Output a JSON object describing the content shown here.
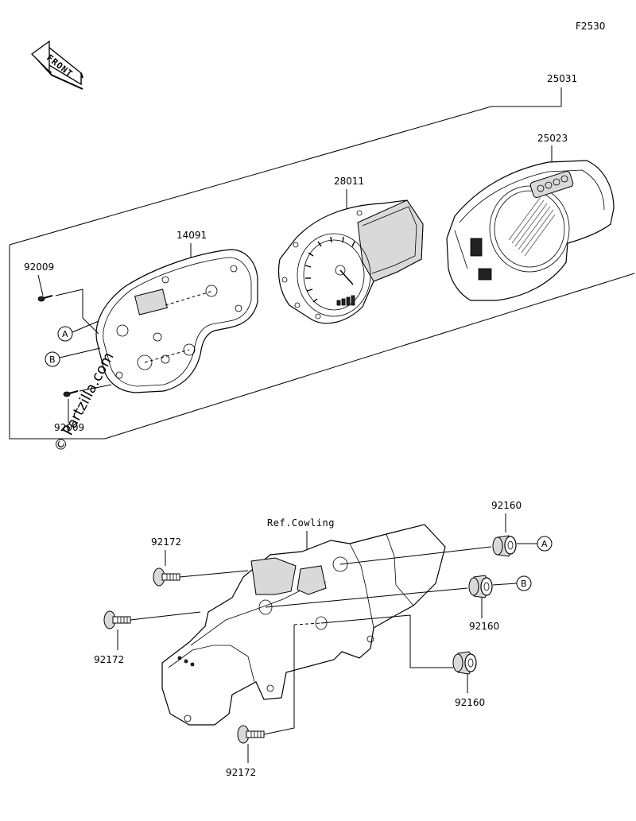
{
  "figure_id": "F2530",
  "front_label": "FRONT",
  "ref_cowling": "Ref.Cowling",
  "watermark": "© Partzilla.com",
  "parts": {
    "meter_assembly": "25031",
    "cover_meter": "25023",
    "meter_unit": "28011",
    "case_meter": "14091",
    "screw_upper": "92009",
    "screw_lower": "92009",
    "damper_a": "92160",
    "damper_b": "92160",
    "damper_c": "92160",
    "bolt_upper": "92172",
    "bolt_middle": "92172",
    "bolt_lower": "92172"
  },
  "callouts": {
    "a_top": "A",
    "b_top": "B",
    "a_right": "A",
    "b_right": "B"
  }
}
